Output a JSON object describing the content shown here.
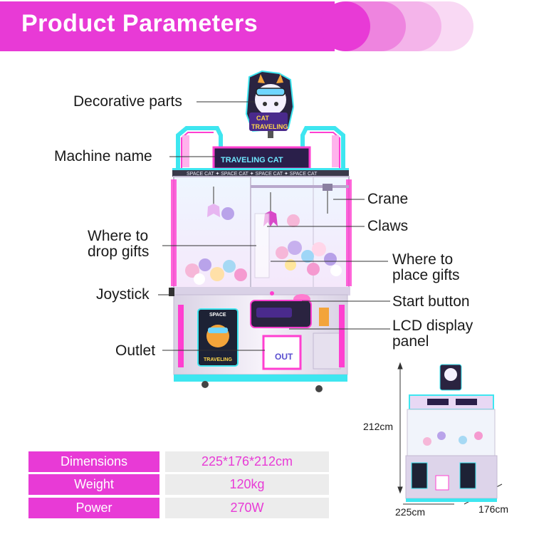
{
  "header": {
    "title": "Product Parameters"
  },
  "machine": {
    "sign_line1": "CAT",
    "sign_line2": "TRAVELING",
    "marquee": "TRAVELING CAT",
    "top_strip": "SPACE CAT  ✦  SPACE CAT  ✦  SPACE CAT  ✦  SPACE CAT",
    "poster_top": "SPACE",
    "poster_bottom": "TRAVELING",
    "outlet_text": "OUT"
  },
  "callouts": {
    "decorative": "Decorative parts",
    "machine_name": "Machine name",
    "crane": "Crane",
    "claws": "Claws",
    "drop_gifts_1": "Where to",
    "drop_gifts_2": "drop gifts",
    "place_gifts_1": "Where to",
    "place_gifts_2": "place gifts",
    "joystick": "Joystick",
    "start_button": "Start button",
    "lcd_1": "LCD display",
    "lcd_2": "panel",
    "outlet": "Outlet"
  },
  "specs": [
    {
      "key": "Dimensions",
      "value": "225*176*212cm"
    },
    {
      "key": "Weight",
      "value": "120kg"
    },
    {
      "key": "Power",
      "value": "270W"
    }
  ],
  "dimensions": {
    "height": "212cm",
    "width": "225cm",
    "depth": "176cm"
  },
  "colors": {
    "accent": "#e83ad6",
    "neon_pink": "#ff3fd0",
    "neon_cyan": "#3ee6f0",
    "cabinet": "#ece6f2"
  }
}
